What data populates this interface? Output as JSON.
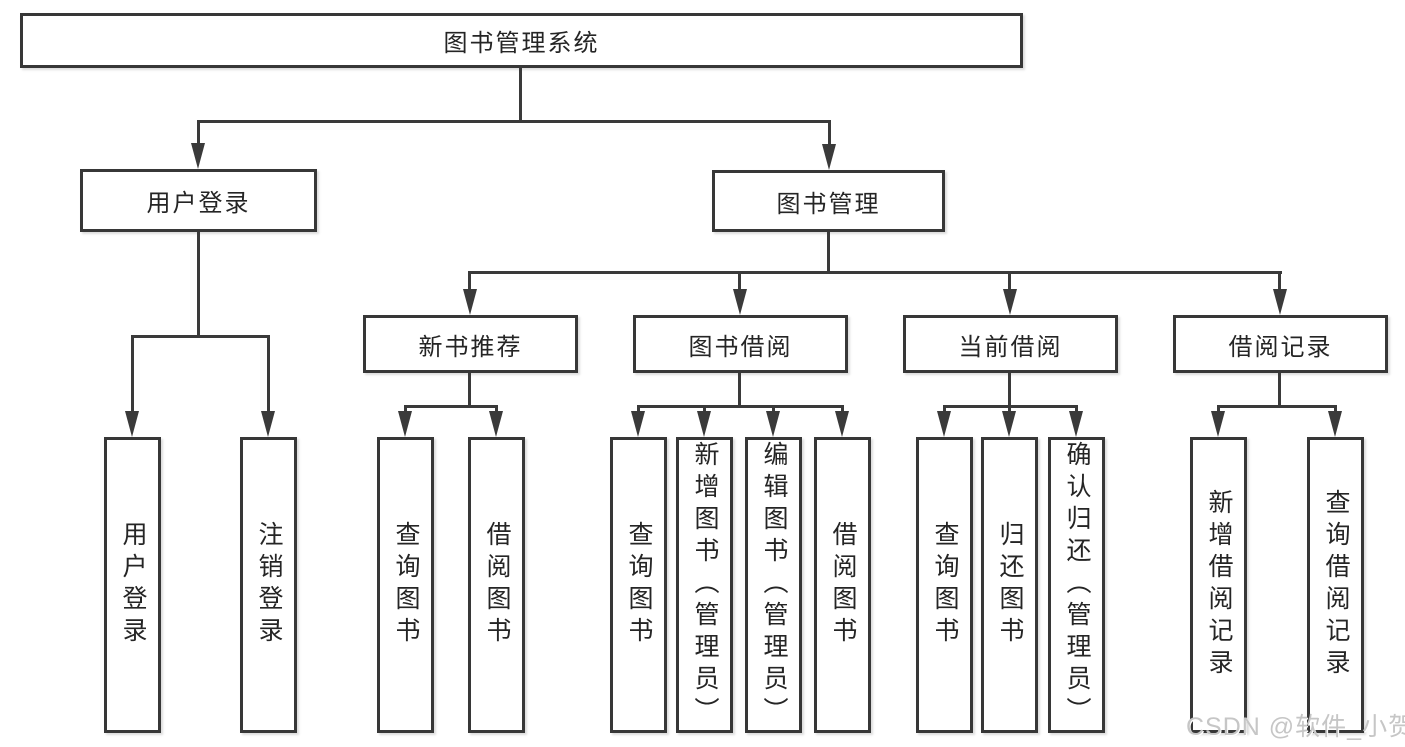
{
  "diagram": {
    "type": "hierarchy-tree",
    "title": "图书管理系统",
    "watermark": "CSDN @软件_小贺同学",
    "colors": {
      "background": "#ffffff",
      "line": "#3a3a3a",
      "box_border": "#373737",
      "text": "#252525",
      "watermark": "#c6c6c6"
    },
    "tree": {
      "label": "图书管理系统",
      "children": [
        {
          "label": "用户登录",
          "children": [
            {
              "label": "用户登录"
            },
            {
              "label": "注销登录"
            }
          ]
        },
        {
          "label": "图书管理",
          "children": [
            {
              "label": "新书推荐",
              "children": [
                {
                  "label": "查询图书"
                },
                {
                  "label": "借阅图书"
                }
              ]
            },
            {
              "label": "图书借阅",
              "children": [
                {
                  "label": "查询图书"
                },
                {
                  "label": "新增图书（管理员）"
                },
                {
                  "label": "编辑图书（管理员）"
                },
                {
                  "label": "借阅图书"
                }
              ]
            },
            {
              "label": "当前借阅",
              "children": [
                {
                  "label": "查询图书"
                },
                {
                  "label": "归还图书"
                },
                {
                  "label": "确认归还（管理员）"
                }
              ]
            },
            {
              "label": "借阅记录",
              "children": [
                {
                  "label": "新增借阅记录"
                },
                {
                  "label": "查询借阅记录"
                }
              ]
            }
          ]
        }
      ]
    }
  }
}
